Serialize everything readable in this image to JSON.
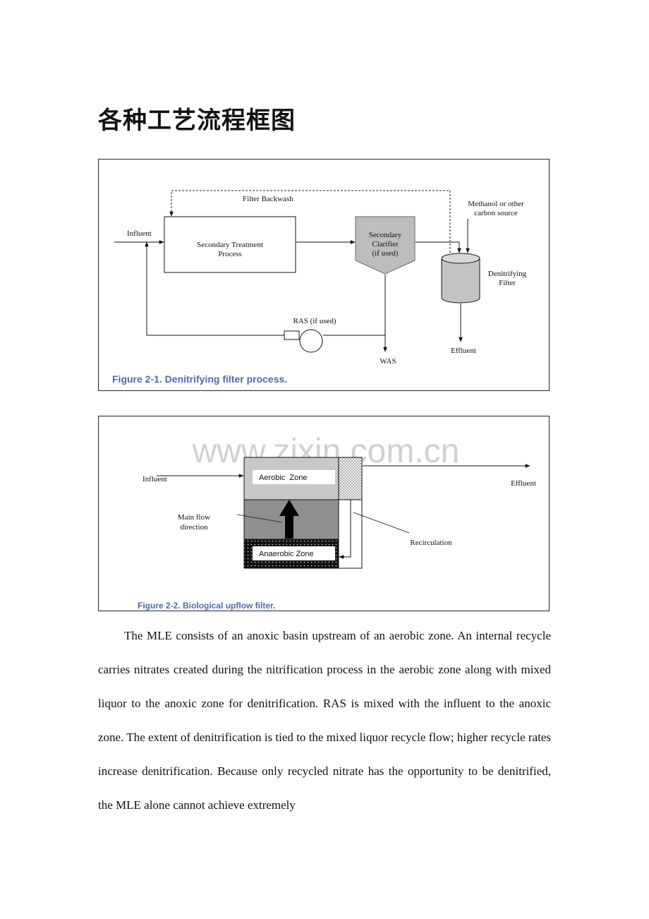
{
  "page": {
    "title": "各种工艺流程框图"
  },
  "figure1": {
    "caption": "Figure 2-1. Denitrifying filter process.",
    "labels": {
      "filter_backwash": "Filter Backwash",
      "influent": "Influent",
      "secondary_treatment_1": "Secondary Treatment",
      "secondary_treatment_2": "Process",
      "clarifier_1": "Secondary",
      "clarifier_2": "Clarifier",
      "clarifier_3": "(if used)",
      "methanol_1": "Methanol or other",
      "methanol_2": "carbon source",
      "denitrifying_1": "Denitrifying",
      "denitrifying_2": "Filter",
      "ras": "RAS (if used)",
      "effluent": "Effluent",
      "was": "WAS"
    },
    "colors": {
      "caption": "#4f6aa8",
      "clarifier_fill": "#bdbdbd",
      "filter_fill": "#c4c4c4"
    }
  },
  "figure2": {
    "caption": "Figure 2-2. Biological upflow filter.",
    "watermark": "www.zixin.com.cn",
    "labels": {
      "influent": "Influent",
      "aerobic_zone": "Aerobic  Zone",
      "effluent": "Effluent",
      "main_flow_1": "Main flow",
      "main_flow_2": "direction",
      "recirculation": "Recirculation",
      "anaerobic_zone": "Anaerobic Zone"
    },
    "colors": {
      "caption": "#4f6aa8",
      "aerobic_fill": "#c8c8c8",
      "middle_fill": "#8f8f8f",
      "anaerobic_fill": "#111111"
    }
  },
  "body": {
    "paragraph": "The MLE consists of an anoxic basin upstream of an aerobic zone. An internal recycle carries nitrates created during the nitrification process in the aerobic zone along with mixed liquor to the anoxic zone for denitrification. RAS is mixed with the influent to the anoxic zone. The extent of denitrification is tied to the mixed liquor recycle flow; higher recycle rates increase denitrification. Because only recycled nitrate has the opportunity to be denitrified, the MLE alone cannot achieve extremely"
  }
}
